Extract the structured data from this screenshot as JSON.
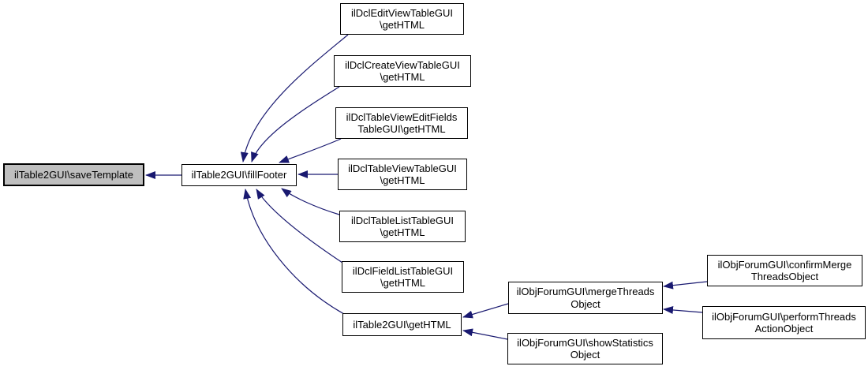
{
  "diagram": {
    "type": "caller-graph",
    "colors": {
      "background": "#ffffff",
      "node_fill": "#ffffff",
      "current_node_fill": "#bfbfbf",
      "node_border": "#000000",
      "arrow": "#191970"
    },
    "nodes": {
      "saveTemplate": {
        "line1": "ilTable2GUI\\saveTemplate"
      },
      "fillFooter": {
        "line1": "ilTable2GUI\\fillFooter"
      },
      "editView": {
        "line1": "ilDclEditViewTableGUI",
        "line2": "\\getHTML"
      },
      "createView": {
        "line1": "ilDclCreateViewTableGUI",
        "line2": "\\getHTML"
      },
      "tableViewEditFields": {
        "line1": "ilDclTableViewEditFields",
        "line2": "TableGUI\\getHTML"
      },
      "tableViewTable": {
        "line1": "ilDclTableViewTableGUI",
        "line2": "\\getHTML"
      },
      "tableList": {
        "line1": "ilDclTableListTableGUI",
        "line2": "\\getHTML"
      },
      "fieldList": {
        "line1": "ilDclFieldListTableGUI",
        "line2": "\\getHTML"
      },
      "getHTML": {
        "line1": "ilTable2GUI\\getHTML"
      },
      "mergeThreads": {
        "line1": "ilObjForumGUI\\mergeThreads",
        "line2": "Object"
      },
      "showStatistics": {
        "line1": "ilObjForumGUI\\showStatistics",
        "line2": "Object"
      },
      "confirmMerge": {
        "line1": "ilObjForumGUI\\confirmMerge",
        "line2": "ThreadsObject"
      },
      "performThreads": {
        "line1": "ilObjForumGUI\\performThreads",
        "line2": "ActionObject"
      }
    },
    "edges": [
      {
        "from": "ilTable2GUI\\fillFooter",
        "to": "ilTable2GUI\\saveTemplate"
      },
      {
        "from": "ilDclEditViewTableGUI\\getHTML",
        "to": "ilTable2GUI\\fillFooter"
      },
      {
        "from": "ilDclCreateViewTableGUI\\getHTML",
        "to": "ilTable2GUI\\fillFooter"
      },
      {
        "from": "ilDclTableViewEditFieldsTableGUI\\getHTML",
        "to": "ilTable2GUI\\fillFooter"
      },
      {
        "from": "ilDclTableViewTableGUI\\getHTML",
        "to": "ilTable2GUI\\fillFooter"
      },
      {
        "from": "ilDclTableListTableGUI\\getHTML",
        "to": "ilTable2GUI\\fillFooter"
      },
      {
        "from": "ilDclFieldListTableGUI\\getHTML",
        "to": "ilTable2GUI\\fillFooter"
      },
      {
        "from": "ilTable2GUI\\getHTML",
        "to": "ilTable2GUI\\fillFooter"
      },
      {
        "from": "ilObjForumGUI\\mergeThreadsObject",
        "to": "ilTable2GUI\\getHTML"
      },
      {
        "from": "ilObjForumGUI\\showStatisticsObject",
        "to": "ilTable2GUI\\getHTML"
      },
      {
        "from": "ilObjForumGUI\\confirmMergeThreadsObject",
        "to": "ilObjForumGUI\\mergeThreadsObject"
      },
      {
        "from": "ilObjForumGUI\\performThreadsActionObject",
        "to": "ilObjForumGUI\\mergeThreadsObject"
      }
    ]
  }
}
